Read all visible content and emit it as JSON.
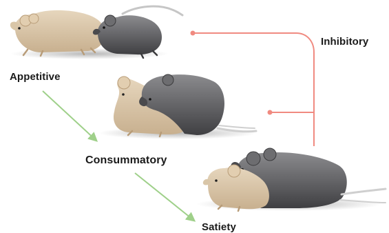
{
  "stages": {
    "appetitive": "Appetitive",
    "consummatory": "Consummatory",
    "satiety": "Satiety"
  },
  "feedback": {
    "label": "Inhibitory"
  },
  "colors": {
    "progression_arrow": "#9fd08a",
    "inhibitory_line": "#f08a80",
    "tan_mouse": "#d7c3a6",
    "gray_mouse": "#5f5f62"
  },
  "illustrations": [
    "tan-and-gray-mice-chase-icon",
    "mice-mounting-icon",
    "mice-resting-together-icon"
  ]
}
